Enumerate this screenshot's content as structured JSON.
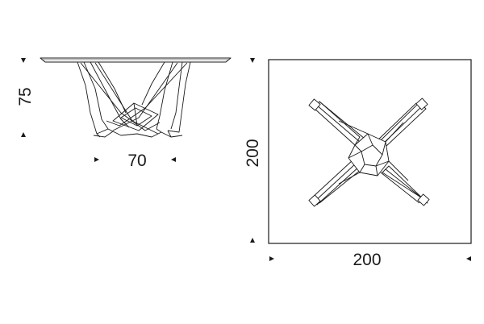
{
  "side_view": {
    "height_label": "75",
    "depth_label": "70"
  },
  "top_view": {
    "height_label": "200",
    "width_label": "200"
  },
  "colors": {
    "line": "#1a1a1a",
    "fill": "#ffffff"
  }
}
